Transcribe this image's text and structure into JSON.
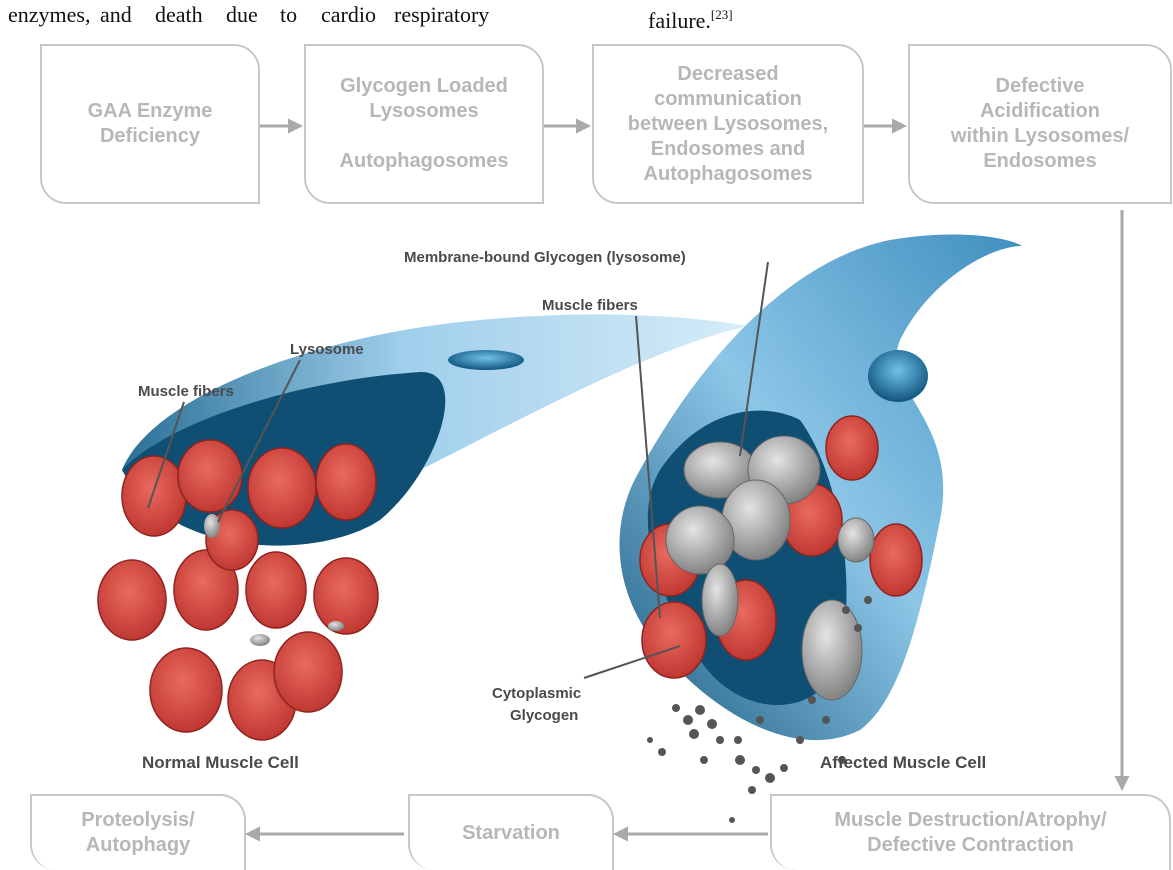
{
  "caption": {
    "words": [
      "enzymes,",
      "and",
      "death",
      "due",
      "to",
      "cardio",
      "respiratory"
    ],
    "tail": "failure.",
    "ref": "[23]"
  },
  "top_flow": [
    {
      "lines": [
        "GAA Enzyme",
        "Deficiency"
      ]
    },
    {
      "lines": [
        "Glycogen Loaded",
        "Lysosomes",
        "",
        "Autophagosomes"
      ]
    },
    {
      "lines": [
        "Decreased",
        "communication",
        "between Lysosomes,",
        "Endosomes and",
        "Autophagosomes"
      ]
    },
    {
      "lines": [
        "Defective",
        "Acidification",
        "within Lysosomes/",
        "Endosomes"
      ]
    }
  ],
  "bottom_flow": [
    {
      "lines": [
        "Muscle Destruction/Atrophy/",
        "Defective Contraction"
      ]
    },
    {
      "lines": [
        "Starvation"
      ]
    },
    {
      "lines": [
        "Proteolysis/",
        "Autophagy"
      ]
    }
  ],
  "labels": {
    "membrane_glycogen": "Membrane-bound Glycogen (lysosome)",
    "muscle_fibers_right": "Muscle fibers",
    "lysosome": "Lysosome",
    "muscle_fibers_left": "Muscle fibers",
    "cytoplasmic_glycogen": [
      "Cytoplasmic",
      "Glycogen"
    ],
    "normal_cell": "Normal Muscle Cell",
    "affected_cell": "Affected Muscle Cell"
  },
  "colors": {
    "box_border": "#c7c7c7",
    "box_text": "#b7b7b7",
    "arrow": "#a9a9a9",
    "muscle_fiber": "#d9443c",
    "sheath": "#79b9de",
    "glycogen": "#9a9a9a"
  }
}
